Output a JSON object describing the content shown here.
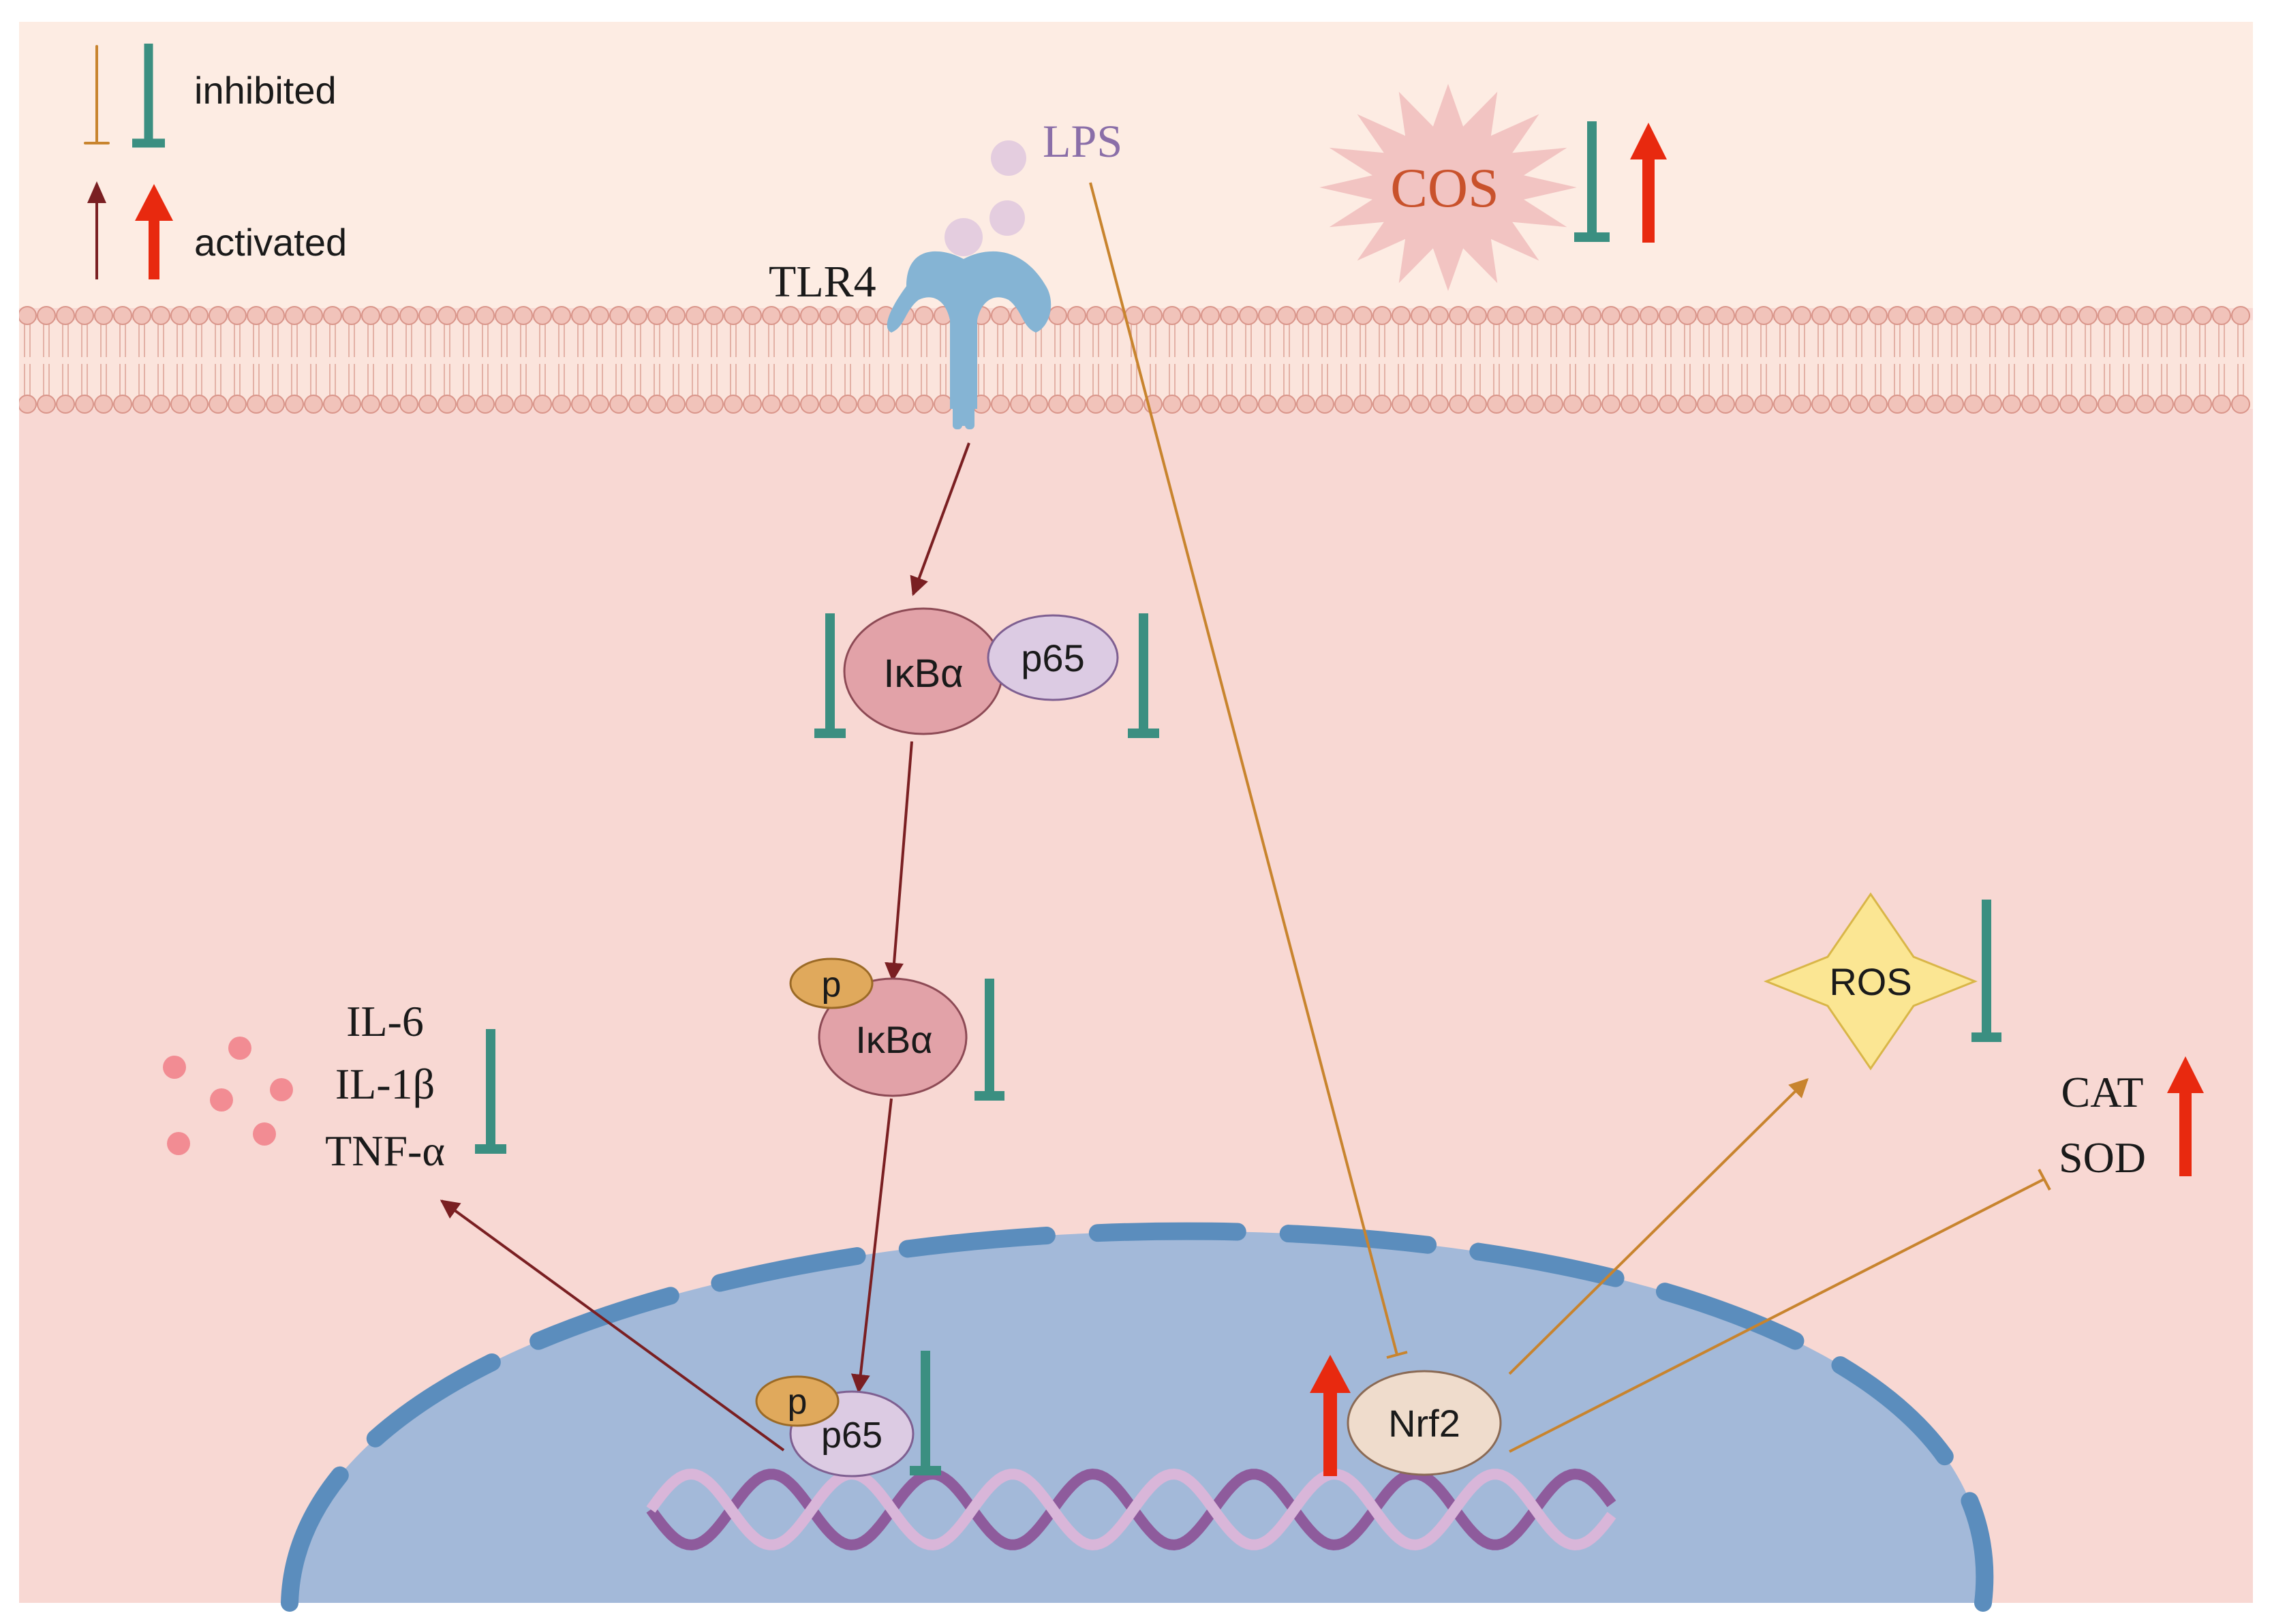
{
  "legend": {
    "inhibited_label": "inhibited",
    "activated_label": "activated"
  },
  "labels": {
    "lps": "LPS",
    "tlr4": "TLR4",
    "cos": "COS",
    "ikba_top": "IκBα",
    "p65_top": "p65",
    "p_mid": "p",
    "ikba_mid": "IκBα",
    "p_bottom": "p",
    "p65_bottom": "p65",
    "nrf2": "Nrf2",
    "ros": "ROS",
    "cat": "CAT",
    "sod": "SOD",
    "il6": "IL-6",
    "il1b": "IL-1β",
    "tnfa": "TNF-α"
  },
  "colors": {
    "extracellular": "#fdece3",
    "cytoplasm": "#f8d8d3",
    "nucleus": "#a3b9d9",
    "nuclear_envelope": "#5b8dbd",
    "membrane_head": "#f1c3ba",
    "membrane_stroke": "#d9958a",
    "receptor": "#85b4d4",
    "inhibit_teal": "#3b8f81",
    "activate_red": "#e8290f",
    "pathway_arrow": "#7a1f22",
    "inhibit_orange": "#c8842e",
    "ikba_fill": "#e2a2a8",
    "p65_fill": "#dccbe3",
    "p_fill": "#e0a95c",
    "nrf2_fill": "#efdccc",
    "ros_fill": "#fbe693",
    "cos_fill": "#f2c4c2",
    "cos_text": "#c9522c",
    "lps_text": "#8a6ea8",
    "cytokine_dot": "#f28c93",
    "dna_strand_a": "#8e5b9c",
    "dna_strand_b": "#d9b6d9"
  }
}
